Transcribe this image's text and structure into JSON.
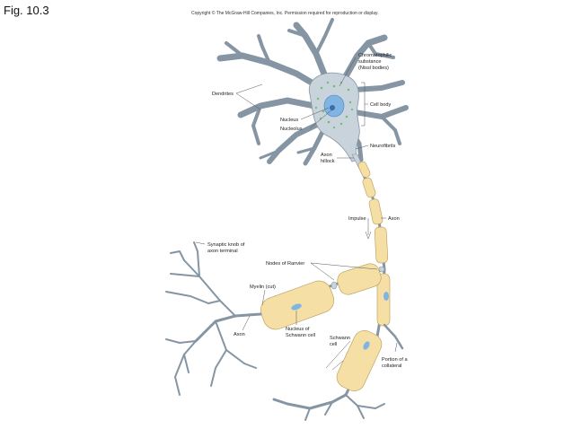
{
  "figure": {
    "title": "Fig. 10.3",
    "copyright": "Copyright © The McGraw-Hill Companies, Inc. Permission required for reproduction or display."
  },
  "labels": {
    "chromatophilic": [
      "Chromatophilic",
      "substance",
      "(Nissl bodies)"
    ],
    "dendrites": "Dendrites",
    "cell_body": "Cell body",
    "nucleus": "Nucleus",
    "nucleolus": "Nucleolus",
    "neurofibrils": "Neurofibrils",
    "axon_hillock": [
      "Axon",
      "hillock"
    ],
    "impulse": "Impulse",
    "axon_upper": "Axon",
    "synaptic_knob": [
      "Synaptic knob of",
      "axon terminal"
    ],
    "nodes_of_ranvier": "Nodes of Ranvier",
    "myelin_cut": "Myelin (cut)",
    "axon_lower": "Axon",
    "nucleus_schwann": [
      "Nucleus of",
      "Schwann cell"
    ],
    "schwann_cell": [
      "Schwann",
      "cell"
    ],
    "collateral": [
      "Portion of a",
      "collateral"
    ]
  },
  "colors": {
    "neuron_gray": "#c9d3dc",
    "neuron_outline": "#8595a4",
    "myelin": "#f5dfa5",
    "myelin_outline": "#b79a57",
    "nucleus_blue": "#7fb4e3",
    "nissl_green": "#6fbf73"
  }
}
